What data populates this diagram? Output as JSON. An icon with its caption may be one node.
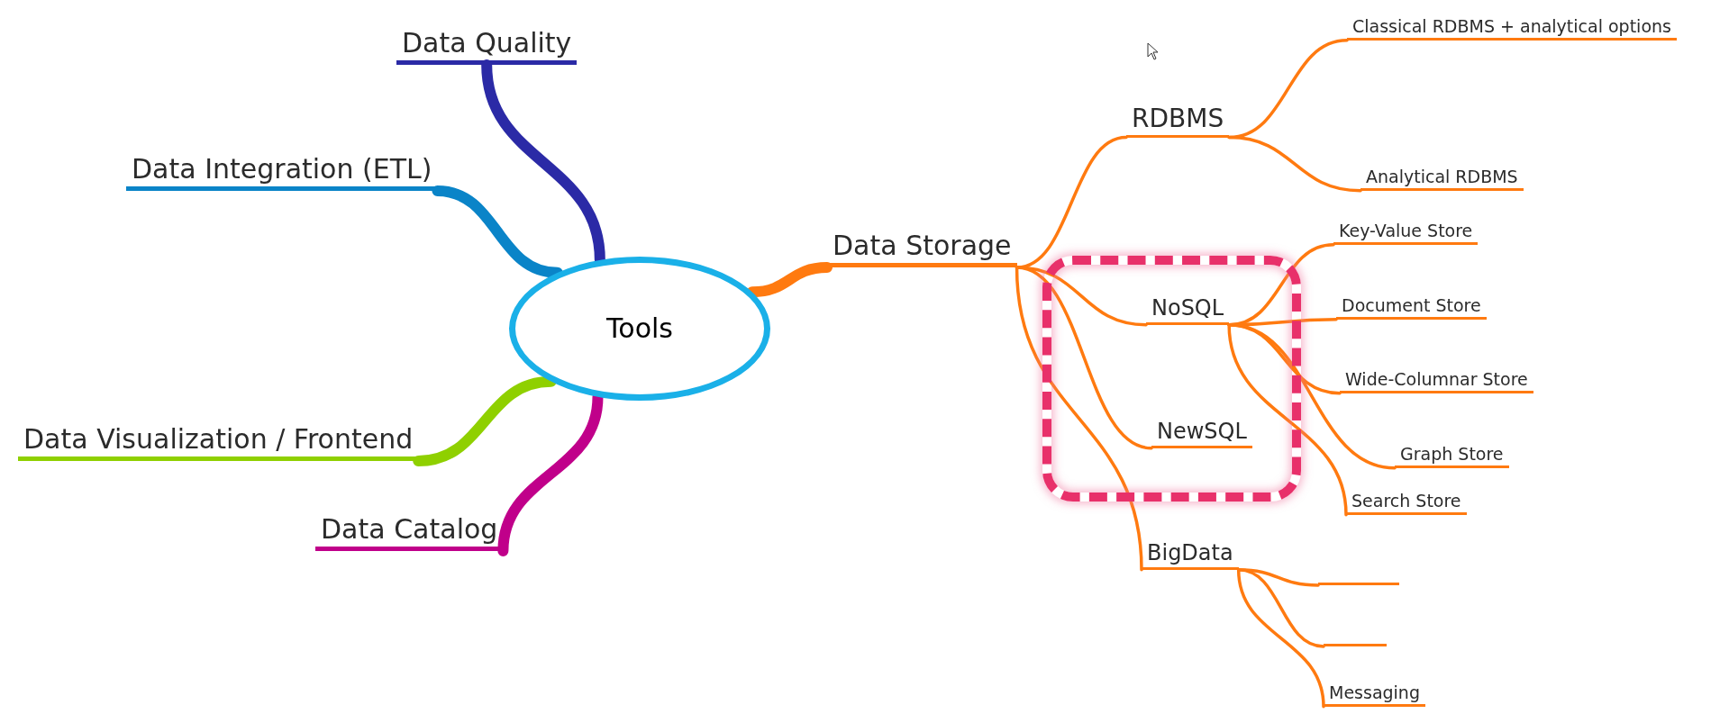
{
  "diagram": {
    "nodes": [
      {
        "text": [
          "Tools"
        ]
      },
      {
        "text": [
          "Data Quality"
        ]
      },
      {
        "text": [
          "Data Integration (ETL)"
        ]
      },
      {
        "text": [
          "Data Visualization / Frontend"
        ]
      },
      {
        "text": [
          "Data Catalog"
        ]
      },
      {
        "text": [
          "Data Storage"
        ]
      },
      {
        "text": [
          "RDBMS"
        ]
      },
      {
        "text": [
          "Classical RDBMS + analytical options"
        ]
      },
      {
        "text": [
          "Analytical RDBMS"
        ]
      },
      {
        "text": [],
        "shape": "box"
      },
      {
        "text": [
          "NoSQL"
        ],
        "in": 9
      },
      {
        "text": [
          "Key-Value Store"
        ]
      },
      {
        "text": [
          "Document Store"
        ]
      },
      {
        "text": [
          "Wide-Columnar Store"
        ]
      },
      {
        "text": [
          "Graph Store"
        ]
      },
      {
        "text": [
          "Search Store"
        ]
      },
      {
        "text": [
          "NewSQL"
        ],
        "in": 9
      },
      {
        "text": [
          "BigData"
        ]
      },
      {
        "text": [],
        "shape": "bar"
      },
      {
        "text": [],
        "shape": "bar"
      },
      {
        "text": [
          "Messaging"
        ]
      }
    ],
    "edges": [
      {
        "from": 0,
        "to": 1,
        "arrow": "none",
        "style": "thick",
        "color": "#2b2aa6"
      },
      {
        "from": 0,
        "to": 2,
        "arrow": "none",
        "style": "thick",
        "color": "#0a84c8"
      },
      {
        "from": 0,
        "to": 3,
        "arrow": "none",
        "style": "thick",
        "color": "#8fd000"
      },
      {
        "from": 0,
        "to": 4,
        "arrow": "none",
        "style": "thick",
        "color": "#c0008a"
      },
      {
        "from": 0,
        "to": 5,
        "arrow": "none",
        "style": "thick"
      },
      {
        "from": 5,
        "to": 6,
        "arrow": "none"
      },
      {
        "from": 6,
        "to": 7,
        "arrow": "none"
      },
      {
        "from": 6,
        "to": 8,
        "arrow": "none"
      },
      {
        "from": 5,
        "to": 10,
        "arrow": "none"
      },
      {
        "from": 10,
        "to": 11,
        "arrow": "none"
      },
      {
        "from": 10,
        "to": 12,
        "arrow": "none"
      },
      {
        "from": 10,
        "to": 13,
        "arrow": "none"
      },
      {
        "from": 10,
        "to": 14,
        "arrow": "none"
      },
      {
        "from": 10,
        "to": 15,
        "arrow": "none"
      },
      {
        "from": 5,
        "to": 16,
        "arrow": "none"
      },
      {
        "from": 5,
        "to": 17,
        "arrow": "none"
      },
      {
        "from": 17,
        "to": 18,
        "arrow": "none"
      },
      {
        "from": 17,
        "to": 19,
        "arrow": "none"
      },
      {
        "from": 17,
        "to": 20,
        "arrow": "none"
      }
    ]
  }
}
